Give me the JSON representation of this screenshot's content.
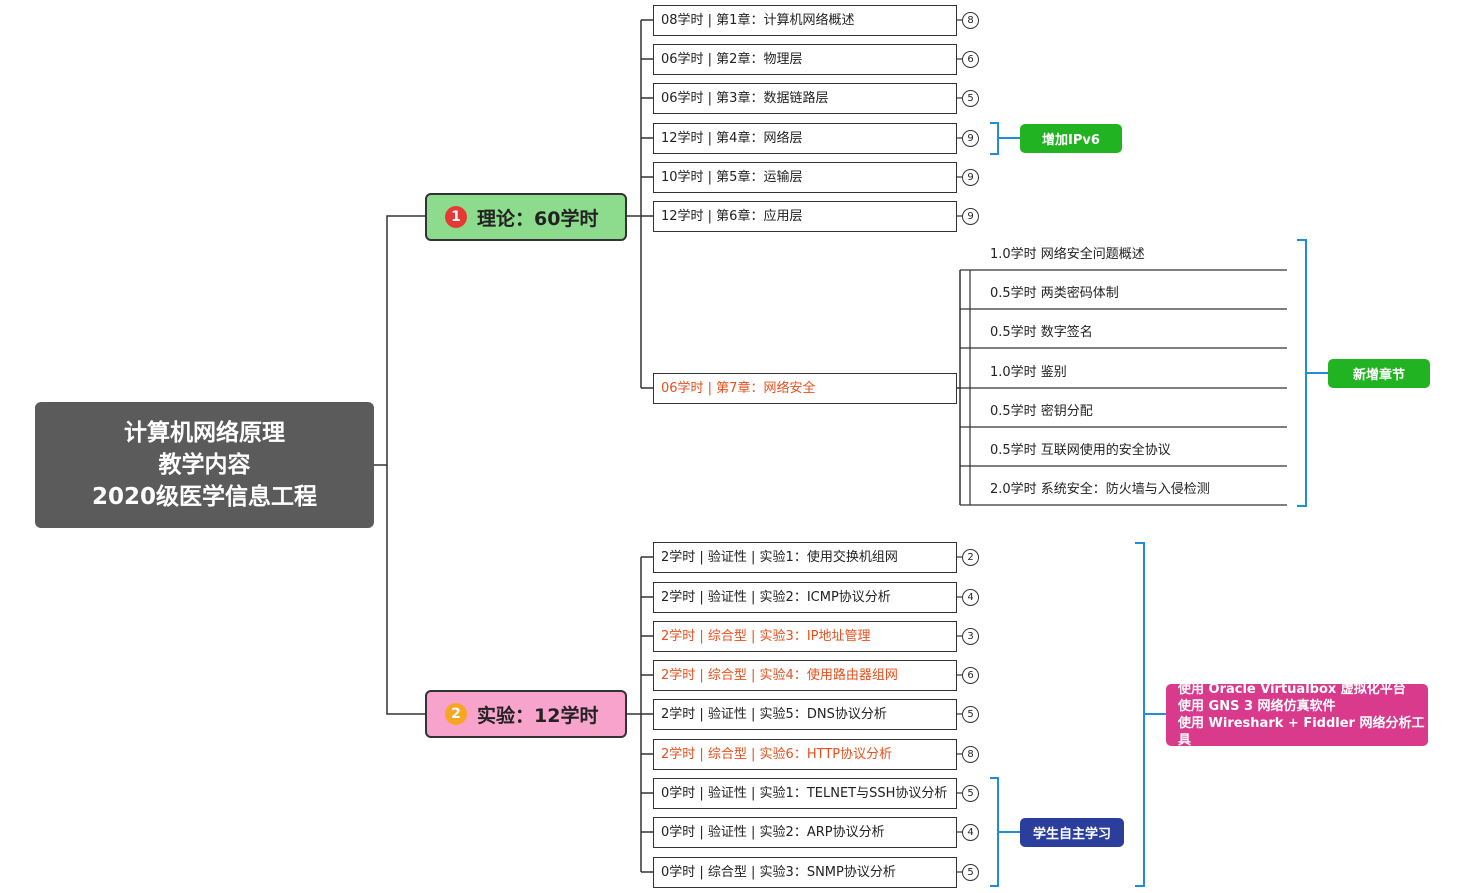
{
  "root": {
    "line1": "计算机网络原理",
    "line2": "教学内容",
    "line3": "2020级医学信息工程"
  },
  "theory": {
    "number": "1",
    "label": "理论：60学时",
    "nodes": [
      {
        "text": "08学时 | 第1章：计算机网络概述",
        "count": "8"
      },
      {
        "text": "06学时 | 第2章：物理层",
        "count": "6"
      },
      {
        "text": "06学时 | 第3章：数据链路层",
        "count": "5"
      },
      {
        "text": "12学时 | 第4章：网络层",
        "count": "9"
      },
      {
        "text": "10学时 | 第5章：运输层",
        "count": "9"
      },
      {
        "text": "12学时 | 第6章：应用层",
        "count": "9"
      },
      {
        "text": "06学时 | 第7章：网络安全",
        "count": ""
      }
    ],
    "ch7_topics": [
      "1.0学时  网络安全问题概述",
      "0.5学时  两类密码体制",
      "0.5学时  数字签名",
      "1.0学时  鉴别",
      "0.5学时  密钥分配",
      "0.5学时  互联网使用的安全协议",
      "2.0学时  系统安全：防火墙与入侵检测"
    ],
    "tag_ipv6": "增加IPv6",
    "tag_new": "新增章节"
  },
  "lab": {
    "number": "2",
    "label": "实验：12学时",
    "nodes": [
      {
        "text": "2学时 | 验证性 | 实验1：使用交换机组网",
        "count": "2"
      },
      {
        "text": "2学时 | 验证性 | 实验2：ICMP协议分析",
        "count": "4"
      },
      {
        "text": "2学时 | 综合型 | 实验3：IP地址管理",
        "count": "3"
      },
      {
        "text": "2学时 | 综合型 | 实验4：使用路由器组网",
        "count": "6"
      },
      {
        "text": "2学时 | 验证性 | 实验5：DNS协议分析",
        "count": "5"
      },
      {
        "text": "2学时 | 综合型 | 实验6：HTTP协议分析",
        "count": "8"
      },
      {
        "text": "0学时 | 验证性 | 实验1：TELNET与SSH协议分析",
        "count": "5"
      },
      {
        "text": "0学时 | 验证性 | 实验2：ARP协议分析",
        "count": "4"
      },
      {
        "text": "0学时 | 综合型 | 实验3：SNMP协议分析",
        "count": "5"
      }
    ],
    "tag_tools": [
      "使用 Oracle Virtualbox 虚拟化平台",
      "使用 GNS 3 网络仿真软件",
      "使用 Wireshark + Fiddler 网络分析工具"
    ],
    "tag_self": "学生自主学习"
  },
  "colors": {
    "root_bg": "#5b5b5b",
    "theory_bg": "#8ddc8d",
    "lab_bg": "#f8a3cc",
    "highlight_text": "#e8501d",
    "bracket": "#1e8ed6",
    "tag_green": "#22b322",
    "tag_navy": "#2b3e9c",
    "tag_pink": "#d93a8c"
  }
}
